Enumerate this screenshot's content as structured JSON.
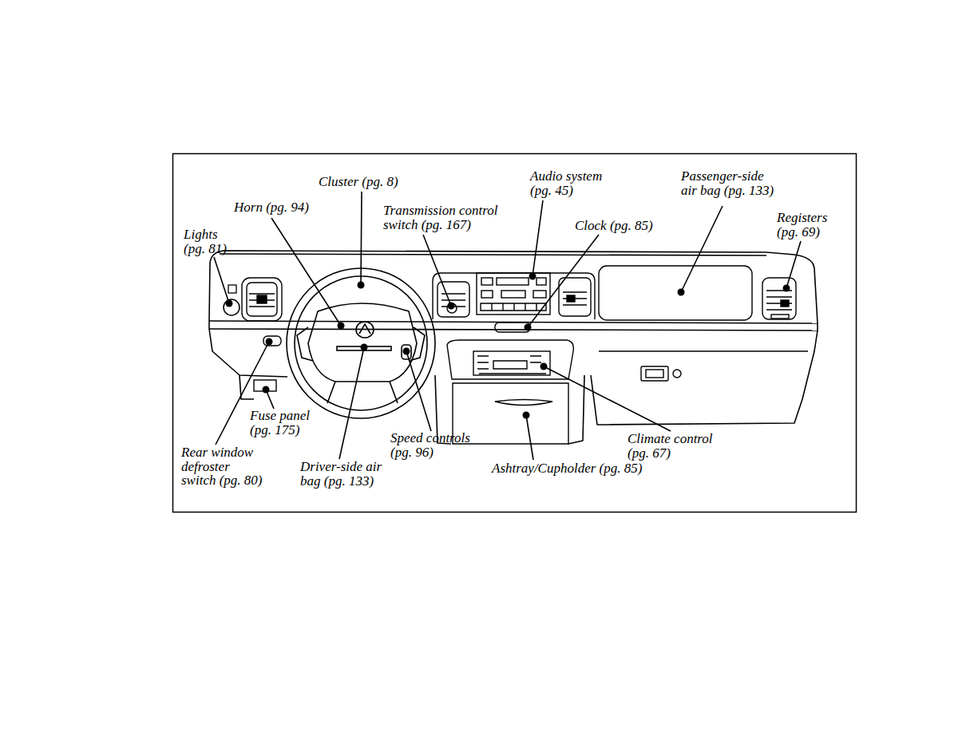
{
  "diagram": {
    "labels": [
      "Cluster (pg. 8)",
      "Audio system (pg. 45)",
      "Passenger-side air bag (pg. 133)",
      "Horn (pg. 94)",
      "Transmission control switch (pg. 167)",
      "Clock (pg. 85)",
      "Registers (pg. 69)",
      "Lights (pg. 81)",
      "Fuse panel (pg. 175)",
      "Speed controls (pg. 96)",
      "Climate control (pg. 67)",
      "Rear window defroster switch (pg. 80)",
      "Driver-side air bag (pg. 133)",
      "Ashtray/Cupholder (pg. 85)"
    ]
  }
}
